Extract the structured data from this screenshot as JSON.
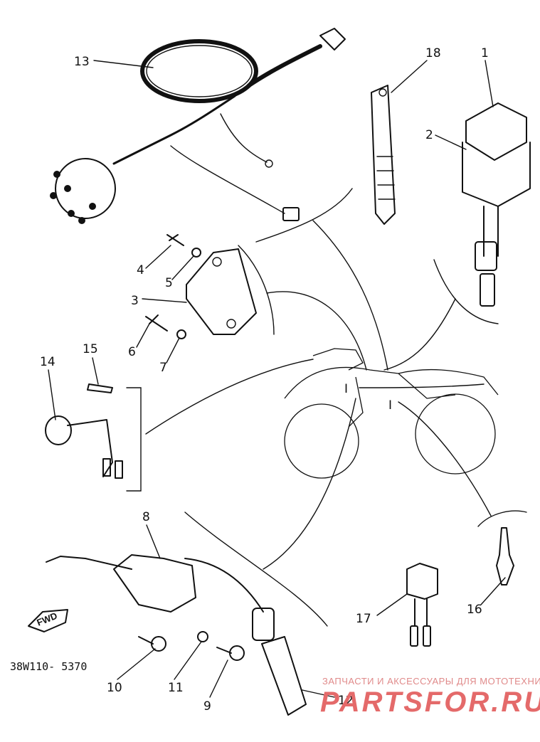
{
  "diagram": {
    "callouts": {
      "p1": "1",
      "p2": "2",
      "p3": "3",
      "p4": "4",
      "p5": "5",
      "p6": "6",
      "p7": "7",
      "p8": "8",
      "p9": "9",
      "p10": "10",
      "p11": "11",
      "p12": "12",
      "p13": "13",
      "p14": "14",
      "p15": "15",
      "p16": "16",
      "p17": "17",
      "p18": "18"
    },
    "frame_marks": {
      "m1": "I",
      "m2": "I"
    },
    "diagram_code": "38W110-  5370",
    "fwd_label": "FWD"
  },
  "watermark": {
    "tagline": "ЗАПЧАСТИ И АКСЕССУАРЫ ДЛЯ МОТОТЕХНИКИ",
    "brand": "PARTSFOR.RU",
    "color": "#e46a6a"
  }
}
